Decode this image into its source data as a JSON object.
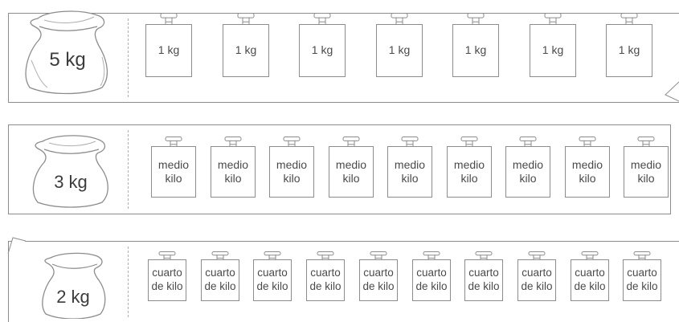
{
  "rows": [
    {
      "sack_label": "5 kg",
      "weight_label": "1 kg",
      "weight_count": 7
    },
    {
      "sack_label": "3 kg",
      "weight_label_line1": "medio",
      "weight_label_line2": "kilo",
      "weight_count": 9
    },
    {
      "sack_label": "2 kg",
      "weight_label_line1": "cuarto",
      "weight_label_line2": "de kilo",
      "weight_count": 10
    }
  ],
  "icons": {
    "sack": "sack-icon",
    "weight": "weight-icon"
  },
  "colors": {
    "stroke": "#8c8c8c",
    "text": "#4a4a4a"
  }
}
